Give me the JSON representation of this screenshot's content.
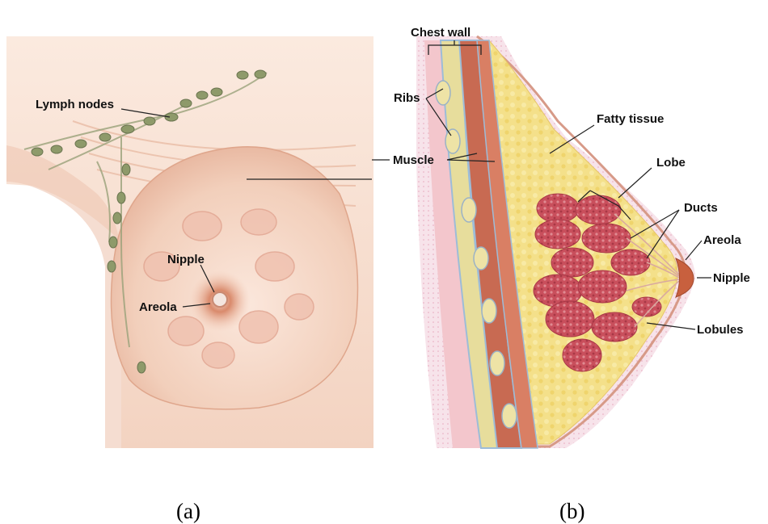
{
  "panels": {
    "a": {
      "caption": "(a)",
      "labels": {
        "lymph_nodes": "Lymph nodes",
        "nipple": "Nipple",
        "areola": "Areola"
      }
    },
    "b": {
      "caption": "(b)",
      "labels": {
        "chest_wall": "Chest wall",
        "ribs": "Ribs",
        "muscle": "Muscle",
        "fatty_tissue": "Fatty tissue",
        "lobe": "Lobe",
        "ducts": "Ducts",
        "areola": "Areola",
        "nipple": "Nipple",
        "lobules": "Lobules"
      }
    }
  },
  "colors": {
    "skin": "#f6dccb",
    "skin_shadow": "#e9bba3",
    "lymph_node": "#8e9a6a",
    "fat": "#f3df7e",
    "muscle": "#c86a52",
    "lobule": "#c8525e",
    "nipple": "#c8603e"
  }
}
